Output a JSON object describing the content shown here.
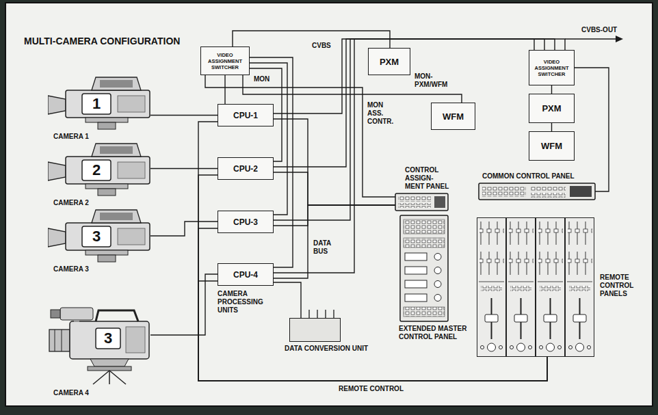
{
  "diagram": {
    "title": "MULTI-CAMERA CONFIGURATION",
    "nodes": [
      {
        "text": [
          "1",
          "CAMERA 1"
        ]
      },
      {
        "text": [
          "2",
          "CAMERA 2"
        ]
      },
      {
        "text": [
          "3",
          "CAMERA 3"
        ]
      },
      {
        "text": [
          "3",
          "CAMERA 4"
        ]
      },
      {
        "text": [
          "VIDEO ASSIGNMENT SWITCHER"
        ]
      },
      {
        "text": [
          "CPU-1"
        ]
      },
      {
        "text": [
          "CPU-2"
        ]
      },
      {
        "text": [
          "CPU-3"
        ]
      },
      {
        "text": [
          "CPU-4"
        ]
      },
      {
        "text": [
          "PXM"
        ]
      },
      {
        "text": [
          "WFM"
        ]
      },
      {
        "text": [
          "CONTROL ASSIGN- MENT PANEL"
        ]
      },
      {
        "text": [
          "EXTENDED MASTER CONTROL PANEL"
        ]
      },
      {
        "text": [
          "DATA CONVERSION UNIT"
        ]
      },
      {
        "text": [
          "VIDEO ASSIGNMENT SWITCHER"
        ]
      },
      {
        "text": [
          "PXM"
        ]
      },
      {
        "text": [
          "WFM"
        ]
      },
      {
        "text": [
          "COMMON CONTROL PANEL"
        ]
      },
      {
        "text": [
          "REMOTE CONTROL PANELS"
        ]
      }
    ],
    "edges": [
      {
        "from": 0,
        "to": 5,
        "arrow": "none"
      },
      {
        "from": 1,
        "to": 6,
        "arrow": "none"
      },
      {
        "from": 2,
        "to": 7,
        "arrow": "none"
      },
      {
        "from": 3,
        "to": 8,
        "arrow": "none"
      },
      {
        "from": 5,
        "to": 4,
        "arrow": "none"
      },
      {
        "from": 6,
        "to": 4,
        "arrow": "none"
      },
      {
        "from": 7,
        "to": 4,
        "arrow": "none"
      },
      {
        "from": 8,
        "to": 4,
        "arrow": "none"
      },
      {
        "from": 5,
        "to": 14,
        "arrow": "none"
      },
      {
        "from": 6,
        "to": 14,
        "arrow": "none"
      },
      {
        "from": 7,
        "to": 14,
        "arrow": "none"
      },
      {
        "from": 8,
        "to": 14,
        "arrow": "none"
      },
      {
        "from": 5,
        "to": 11,
        "arrow": "none"
      },
      {
        "from": 6,
        "to": 11,
        "arrow": "none"
      },
      {
        "from": 7,
        "to": 11,
        "arrow": "none"
      },
      {
        "from": 8,
        "to": 11,
        "arrow": "none"
      },
      {
        "from": 8,
        "to": 13,
        "arrow": "none"
      },
      {
        "from": 5,
        "to": 18,
        "arrow": "none"
      },
      {
        "from": 6,
        "to": 18,
        "arrow": "none"
      },
      {
        "from": 7,
        "to": 18,
        "arrow": "none"
      },
      {
        "from": 8,
        "to": 18,
        "arrow": "none"
      },
      {
        "from": 4,
        "to": 9,
        "arrow": "none"
      },
      {
        "from": 4,
        "to": 10,
        "arrow": "none"
      },
      {
        "from": 11,
        "to": 4,
        "arrow": "none"
      },
      {
        "from": 14,
        "to": 15,
        "arrow": "none"
      },
      {
        "from": 15,
        "to": 16,
        "arrow": "none"
      },
      {
        "from": 17,
        "to": 14,
        "arrow": "none"
      }
    ],
    "labels": [
      "CVBS-OUT",
      "MON",
      "CVBS",
      "MON-PXM/WFM",
      "MON ASS. CONTR.",
      "DATA BUS",
      "CAMERA PROCESSING UNITS",
      "REMOTE CONTROL"
    ]
  }
}
